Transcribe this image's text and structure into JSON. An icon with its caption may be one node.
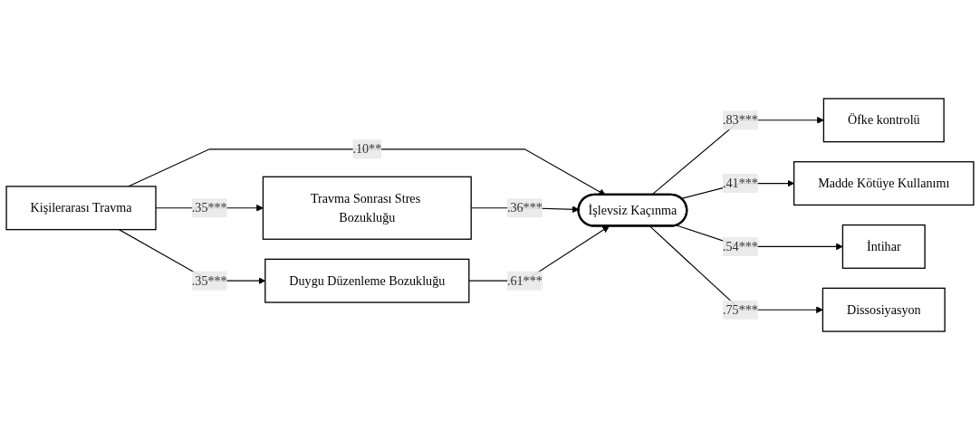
{
  "diagram": {
    "nodes": [
      {
        "text": [
          "Kişilerarası Travma"
        ]
      },
      {
        "text": [
          "Travma Sonrası Stres Bozukluğu"
        ]
      },
      {
        "text": [
          "Duygu Düzenleme Bozukluğu"
        ]
      },
      {
        "text": [
          "İşlevsiz Kaçınma"
        ]
      },
      {
        "text": [
          "Öfke kontrolü"
        ]
      },
      {
        "text": [
          "Madde Kötüye Kullanımı"
        ]
      },
      {
        "text": [
          "İntihar"
        ]
      },
      {
        "text": [
          "Dissosiyasyon"
        ]
      }
    ],
    "edges": [
      {
        "from": 0,
        "to": 1,
        "arrow": "to",
        "label": ".35***"
      },
      {
        "from": 0,
        "to": 3,
        "arrow": "to",
        "label": ".10**"
      },
      {
        "from": 0,
        "to": 2,
        "arrow": "to",
        "label": ".35***"
      },
      {
        "from": 1,
        "to": 3,
        "arrow": "to",
        "label": ".36***"
      },
      {
        "from": 2,
        "to": 3,
        "arrow": "to",
        "label": ".61***"
      },
      {
        "from": 3,
        "to": 4,
        "arrow": "to",
        "label": ".83***"
      },
      {
        "from": 3,
        "to": 5,
        "arrow": "to",
        "label": ".41***"
      },
      {
        "from": 3,
        "to": 6,
        "arrow": "to",
        "label": ".54***"
      },
      {
        "from": 3,
        "to": 7,
        "arrow": "to",
        "label": ".75***"
      }
    ]
  }
}
